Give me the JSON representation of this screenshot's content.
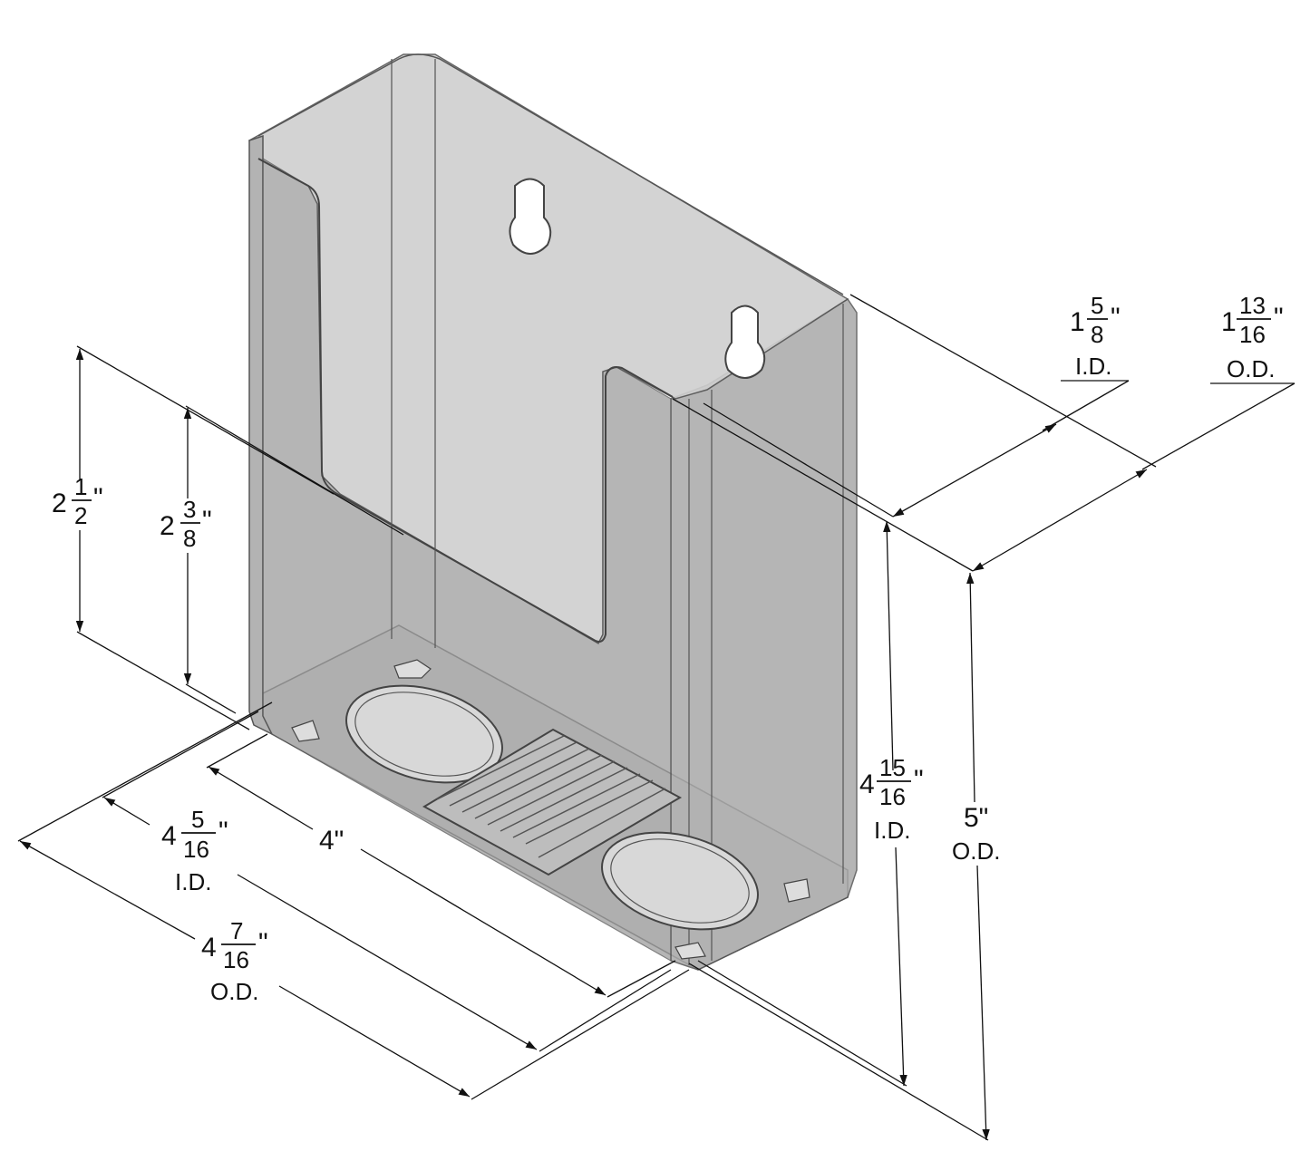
{
  "dimensions": {
    "depth_id": {
      "whole": "1",
      "num": "5",
      "den": "8",
      "unit": "\"",
      "label": "I.D."
    },
    "depth_od": {
      "whole": "1",
      "num": "13",
      "den": "16",
      "unit": "\"",
      "label": "O.D."
    },
    "slot_outer": {
      "whole": "2",
      "num": "1",
      "den": "2",
      "unit": "\""
    },
    "slot_inner": {
      "whole": "2",
      "num": "3",
      "den": "8",
      "unit": "\""
    },
    "height_id": {
      "whole": "4",
      "num": "15",
      "den": "16",
      "unit": "\"",
      "label": "I.D."
    },
    "height_od": {
      "value": "5\"",
      "label": "O.D."
    },
    "width_id": {
      "whole": "4",
      "num": "5",
      "den": "16",
      "unit": "\"",
      "label": "I.D."
    },
    "width_slot": {
      "value": "4\""
    },
    "width_od": {
      "whole": "4",
      "num": "7",
      "den": "16",
      "unit": "\"",
      "label": "O.D."
    }
  }
}
